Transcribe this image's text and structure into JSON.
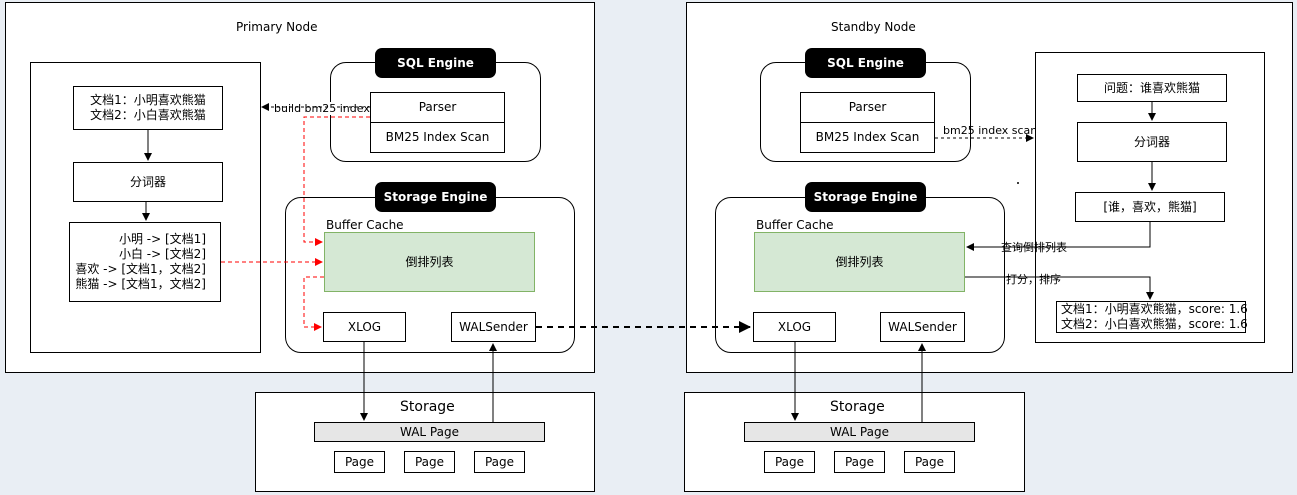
{
  "primary": {
    "node_title": "Primary Node",
    "docs": [
      "文档1：小明喜欢熊猫",
      "文档2：小白喜欢熊猫"
    ],
    "tokenizer": "分词器",
    "postings": [
      "小明 -> [文档1]",
      "小白 -> [文档2]",
      "喜欢 -> [文档1，文档2]",
      "熊猫 -> [文档1，文档2]"
    ],
    "sql_engine": "SQL Engine",
    "parser": "Parser",
    "bm25_scan": "BM25 Index Scan",
    "build_label": "build bm25 index",
    "storage_engine": "Storage Engine",
    "buffer_cache": "Buffer Cache",
    "inverted_list": "倒排列表",
    "xlog": "XLOG",
    "walsender": "WALSender",
    "storage": "Storage",
    "wal_page": "WAL Page",
    "pages": [
      "Page",
      "Page",
      "Page"
    ]
  },
  "standby": {
    "node_title": "Standby Node",
    "sql_engine": "SQL Engine",
    "parser": "Parser",
    "bm25_scan": "BM25 Index Scan",
    "scan_label": "bm25 index scan",
    "storage_engine": "Storage Engine",
    "buffer_cache": "Buffer Cache",
    "inverted_list": "倒排列表",
    "xlog": "XLOG",
    "walsender": "WALSender",
    "storage": "Storage",
    "wal_page": "WAL Page",
    "pages": [
      "Page",
      "Page",
      "Page"
    ],
    "question": "问题：谁喜欢熊猫",
    "tokenizer": "分词器",
    "tokens": "[谁，喜欢，熊猫]",
    "query_label": "查询倒排列表",
    "score_label": "打分，排序",
    "results": [
      "文档1：小明喜欢熊猫，score: 1.6",
      "文档2：小白喜欢熊猫，score: 1.6"
    ]
  },
  "colors": {
    "canvas_bg": "#e9eef4",
    "green_fill": "#d5e8d4",
    "green_stroke": "#82b366",
    "red_dashed": "#ff0000",
    "grey_fill": "#e6e6e6"
  }
}
